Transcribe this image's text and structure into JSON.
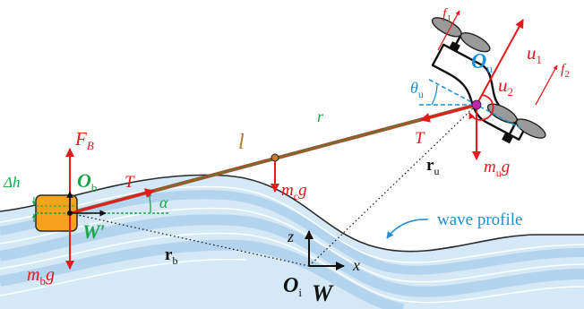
{
  "labels": {
    "F_B": "F",
    "F_B_sub": "B",
    "O_b": "O",
    "O_b_sub": "b",
    "delta_h": "Δh",
    "T_left": "T",
    "alpha": "α",
    "W_prime": "W′",
    "m_b_g": "m",
    "m_b_g_sub": "b",
    "m_b_g_g": "g",
    "r_b": "r",
    "r_b_sub": "b",
    "l": "l",
    "m_c_g": "m",
    "m_c_g_sub": "c",
    "m_c_g_g": "g",
    "r_rope": "r",
    "z_axis": "z",
    "x_axis": "x",
    "O_i": "O",
    "O_i_sub": "i",
    "W": "W",
    "wave_profile": "wave profile",
    "T_right": "T",
    "r_u": "r",
    "r_u_sub": "u",
    "m_u_g": "m",
    "m_u_g_sub": "u",
    "m_u_g_g": "g",
    "theta_u": "θ",
    "theta_u_sub": "u",
    "O_u": "O",
    "O_u_sub": "u",
    "u1": "u",
    "u1_sub": "1",
    "u2": "u",
    "u2_sub": "2",
    "f1": "f",
    "f1_sub": "1",
    "f2": "f",
    "f2_sub": "2"
  },
  "colors": {
    "force_red": "#e8191c",
    "dim_green": "#1aa64a",
    "rope_brown": "#a0522d",
    "rope_label": "#a97b2d",
    "buoy_orange": "#f7a21b",
    "uav_blue": "#1e90d6",
    "wave_light": "#d4e8f6",
    "wave_mid": "#b2d4ef",
    "wave_line": "#4a90c8"
  }
}
